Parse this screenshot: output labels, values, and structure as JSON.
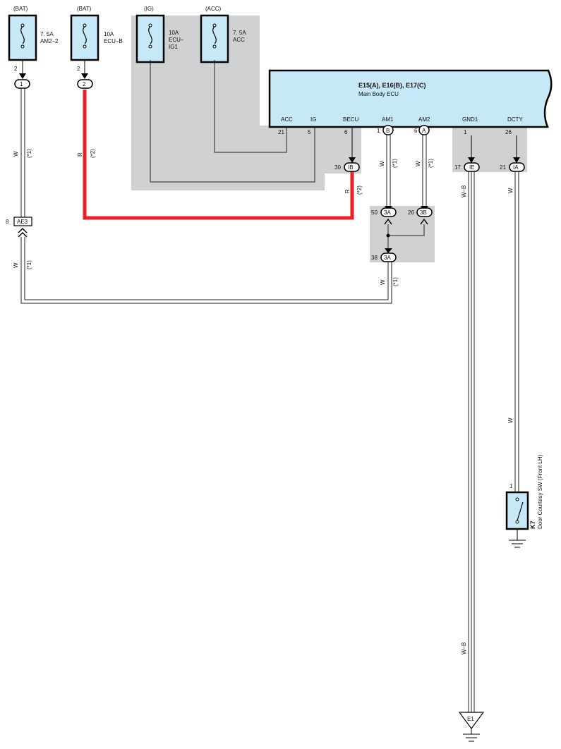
{
  "fuses": [
    {
      "source": "(BAT)",
      "rating": "7. 5A",
      "name": "AM2–2",
      "pin": "2",
      "junction": "1"
    },
    {
      "source": "(BAT)",
      "rating": "10A",
      "name": "ECU–B",
      "pin": "2",
      "junction": "2"
    },
    {
      "source": "(IG)",
      "rating": "10A",
      "name1": "ECU–",
      "name2": "IG1"
    },
    {
      "source": "(ACC)",
      "rating": "7. 5A",
      "name": "ACC"
    }
  ],
  "ecu": {
    "connectors": "E15(A), E16(B), E17(C)",
    "name": "Main Body ECU",
    "terminals": [
      {
        "label": "ACC",
        "pin": "21"
      },
      {
        "label": "IG",
        "pin": "5"
      },
      {
        "label": "BECU",
        "pin": "6"
      },
      {
        "label": "AM1",
        "pin": "1",
        "conn": "B"
      },
      {
        "label": "AM2",
        "pin": "6",
        "conn": "A"
      },
      {
        "label": "GND1",
        "pin": "1"
      },
      {
        "label": "DCTY",
        "pin": "26"
      }
    ]
  },
  "junctions": {
    "ib": {
      "pin": "30",
      "label": "IB"
    },
    "ie": {
      "pin": "17",
      "label": "IE"
    },
    "ia": {
      "pin": "21",
      "label": "IA"
    },
    "j3a_top": {
      "pin": "50",
      "label": "3A"
    },
    "j3b": {
      "pin": "26",
      "label": "3B"
    },
    "j3a_bottom": {
      "pin": "38",
      "label": "3A"
    },
    "ae3": {
      "pin": "8",
      "label": "AE3"
    }
  },
  "wires": {
    "w": "W",
    "r": "R",
    "wb": "W–B",
    "note1": "(*1)",
    "note2": "(*2)"
  },
  "switch": {
    "pin": "1",
    "code": "K7",
    "name": "Door Courtesy SW (Front LH)"
  },
  "ground": {
    "label": "E1"
  }
}
